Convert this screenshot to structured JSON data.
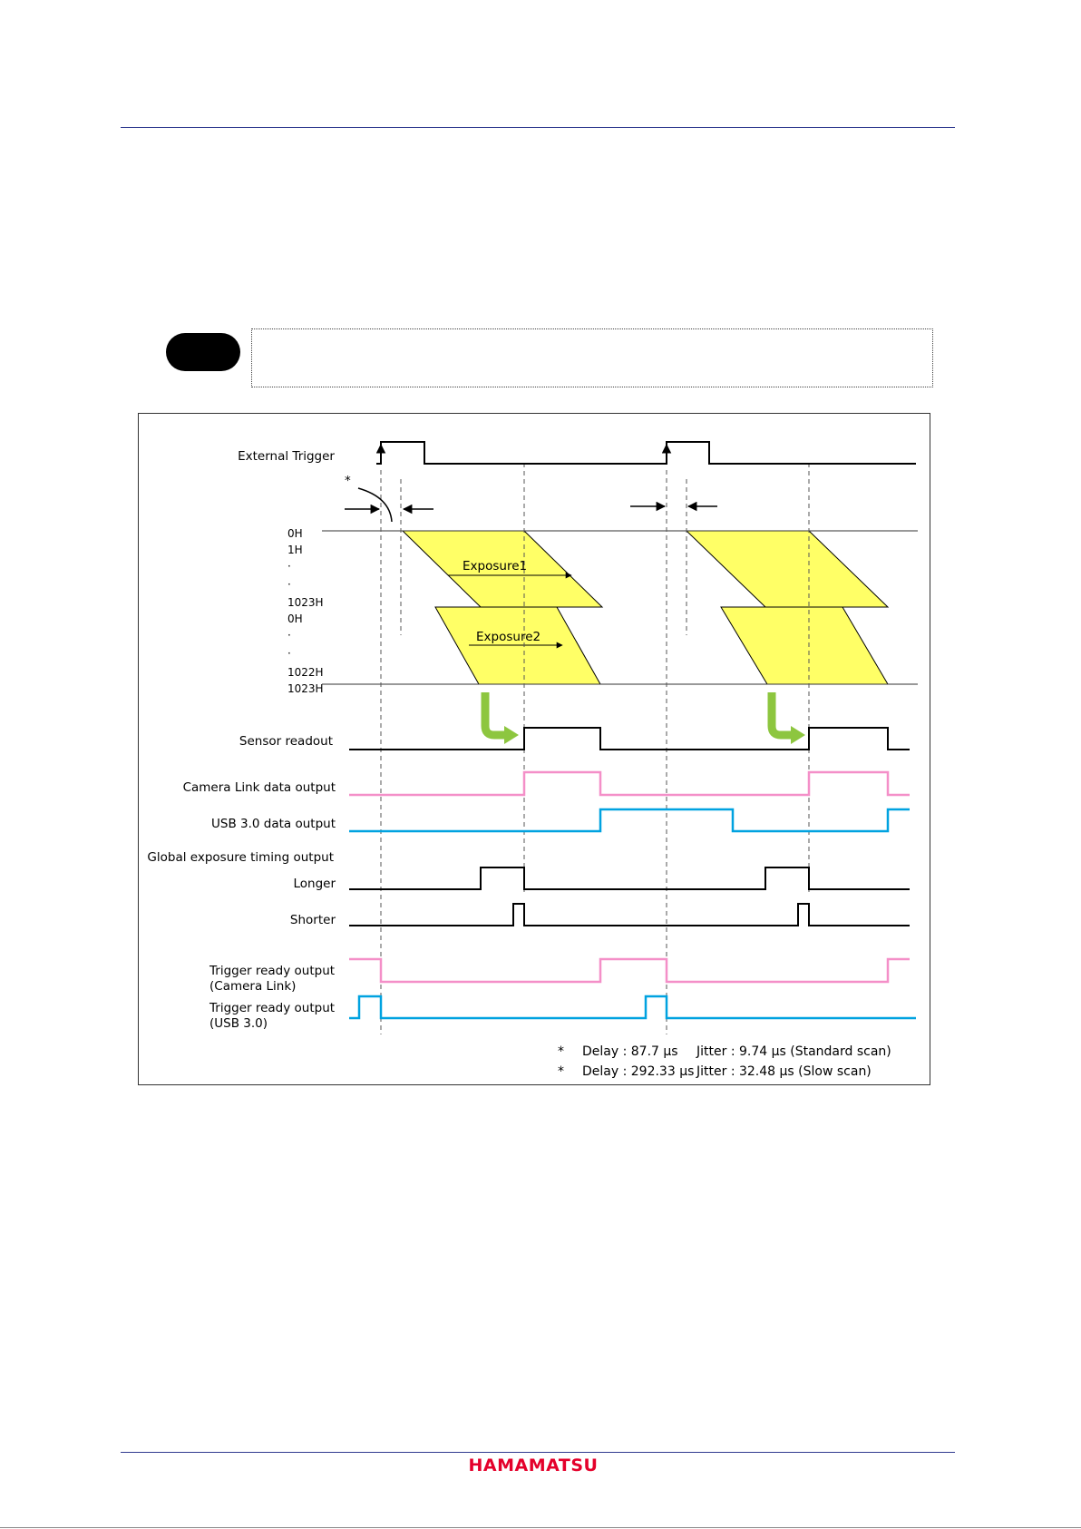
{
  "brand": {
    "logo_text": "HAMAMATSU"
  },
  "colors": {
    "exposure_fill": "#ffff66",
    "readout_arrow": "#8dc63f",
    "camera_link": "#f48fc8",
    "usb": "#00a2e0",
    "page_rule": "#2f3a8f"
  },
  "diagram": {
    "labels": {
      "external_trigger": "External Trigger",
      "sensor_readout": "Sensor readout",
      "camera_link_data": "Camera Link  data output",
      "usb_data": "USB 3.0 data output",
      "global_exposure": "Global exposure timing output",
      "longer": "Longer",
      "shorter": "Shorter",
      "trigger_ready_cl_1": "Trigger ready output",
      "trigger_ready_cl_2": "(Camera Link)",
      "trigger_ready_usb_1": "Trigger ready output",
      "trigger_ready_usb_2": "(USB 3.0)"
    },
    "asterisk": "*",
    "rows": [
      "0H",
      "1H",
      "·",
      "·",
      "1023H",
      "0H",
      "·",
      "·",
      "1022H",
      "1023H"
    ],
    "exposures": [
      "Exposure1",
      "Exposure2"
    ],
    "notes": [
      {
        "mark": "*",
        "delay": "Delay : 87.7  μs",
        "jitter": "Jitter : 9.74  μs (Standard scan)"
      },
      {
        "mark": "*",
        "delay": "Delay : 292.33 μs",
        "jitter": "Jitter : 32.48 μs (Slow scan)"
      }
    ]
  }
}
